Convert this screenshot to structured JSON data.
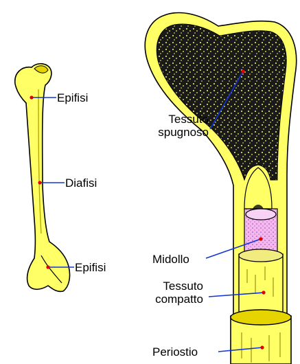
{
  "colors": {
    "bone": "#ffff66",
    "bone_dark": "#e6d400",
    "spongy": "#1a1a1a",
    "marrow": "#f3b8f0",
    "leader_line": "#1233d8",
    "label_dot": "#e00000"
  },
  "left_bone": {
    "labels": {
      "epiphysis_top": "Epifisi",
      "diaphysis": "Diafisi",
      "epiphysis_bottom": "Epifisi"
    }
  },
  "right_section": {
    "labels": {
      "spongy_line1": "Tessuto",
      "spongy_line2": "spugnoso",
      "marrow": "Midollo",
      "compact_line1": "Tessuto",
      "compact_line2": "compatto",
      "periosteum": "Periostio"
    }
  }
}
